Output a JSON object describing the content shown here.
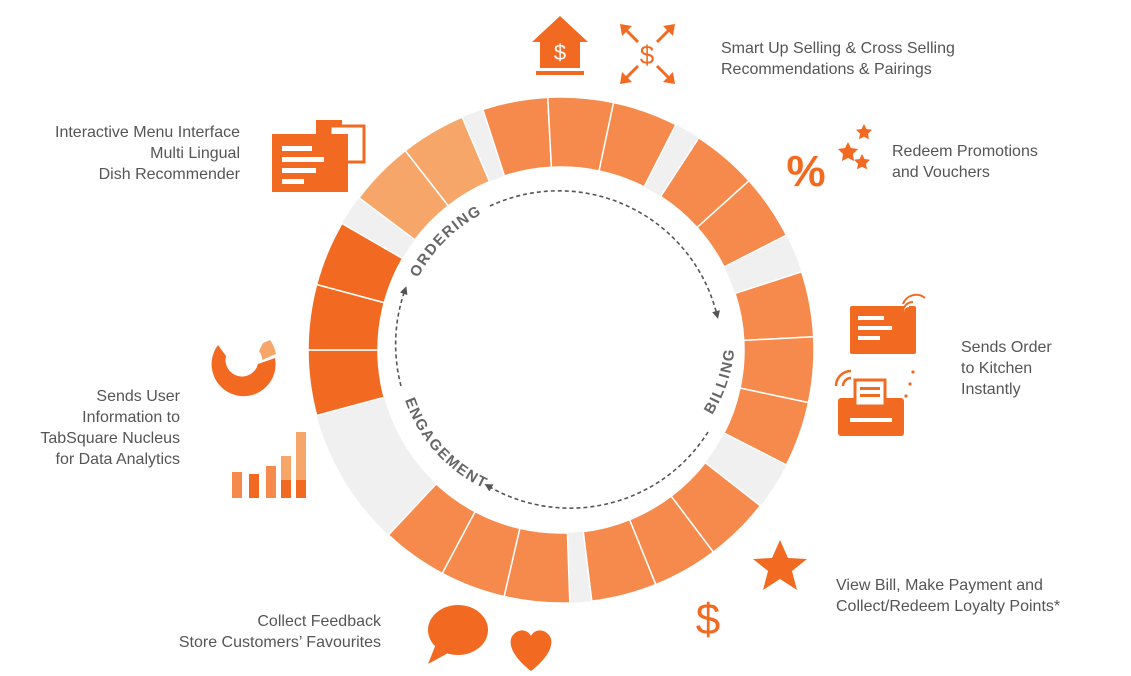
{
  "colors": {
    "orange_dark": "#F26A21",
    "orange_mid": "#F58A4C",
    "orange_light": "#F7A66A",
    "ring_gray": "#F0F0F0",
    "text": "#555555",
    "phase_text": "#666666"
  },
  "phases": {
    "ordering": "ORDERING",
    "billing": "BILLING",
    "engagement": "ENGAGEMENT"
  },
  "features": {
    "upsell": {
      "line1": "Smart Up Selling & Cross Selling",
      "line2": "Recommendations & Pairings",
      "icons": [
        "house-dollar-icon",
        "expand-dollar-icon"
      ]
    },
    "promo": {
      "line1": "Redeem Promotions",
      "line2": "and Vouchers",
      "icons": [
        "percent-stars-icon"
      ]
    },
    "kitchen": {
      "line1": "Sends Order",
      "line2": "to Kitchen",
      "line3": "Instantly",
      "icons": [
        "wireless-order-icon",
        "kitchen-printer-icon"
      ]
    },
    "payment": {
      "line1": "View Bill, Make Payment and",
      "line2": "Collect/Redeem Loyalty Points*",
      "icons": [
        "star-icon",
        "dollar-icon"
      ]
    },
    "feedback": {
      "line1": "Collect Feedback",
      "line2": "Store Customers’ Favourites",
      "icons": [
        "speech-bubble-icon",
        "heart-icon"
      ]
    },
    "analytics": {
      "line1": "Sends User",
      "line2": "Information to",
      "line3": "TabSquare Nucleus",
      "line4": "for Data Analytics",
      "icons": [
        "donut-chart-icon",
        "bar-chart-icon"
      ]
    },
    "menu": {
      "line1": "Interactive Menu Interface",
      "line2": "Multi Lingual",
      "line3": "Dish Recommender",
      "icons": [
        "menu-windows-icon"
      ]
    }
  }
}
